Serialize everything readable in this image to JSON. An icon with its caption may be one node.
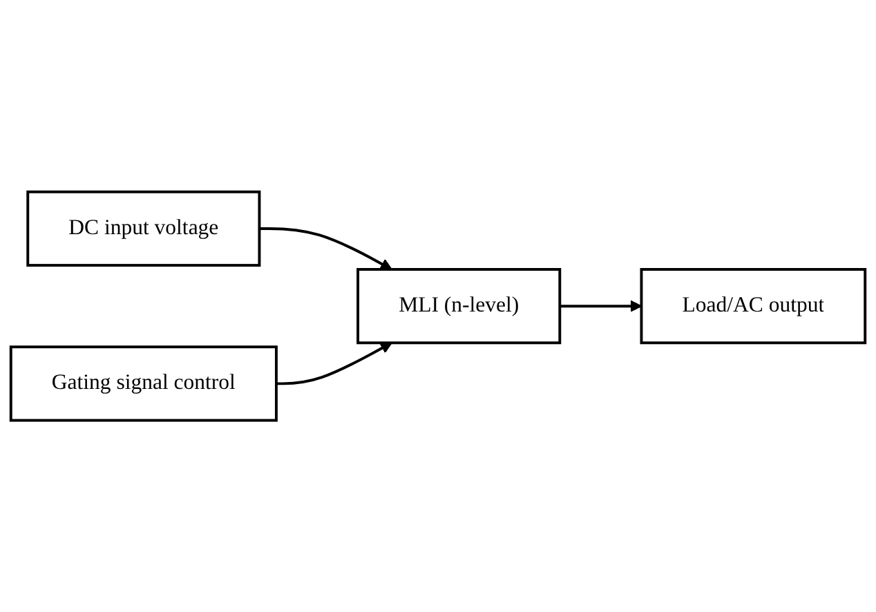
{
  "diagram": {
    "nodes": [
      {
        "text": [
          "DC input voltage"
        ]
      },
      {
        "text": [
          "MLI (n-level)"
        ]
      },
      {
        "text": [
          "Load/AC output"
        ]
      },
      {
        "text": [
          "Gating signal control"
        ]
      }
    ],
    "edges": [
      {
        "from": 0,
        "to": 1,
        "arrow": "to"
      },
      {
        "from": 1,
        "to": 2,
        "arrow": "to"
      },
      {
        "from": 3,
        "to": 1,
        "arrow": "to"
      }
    ]
  }
}
